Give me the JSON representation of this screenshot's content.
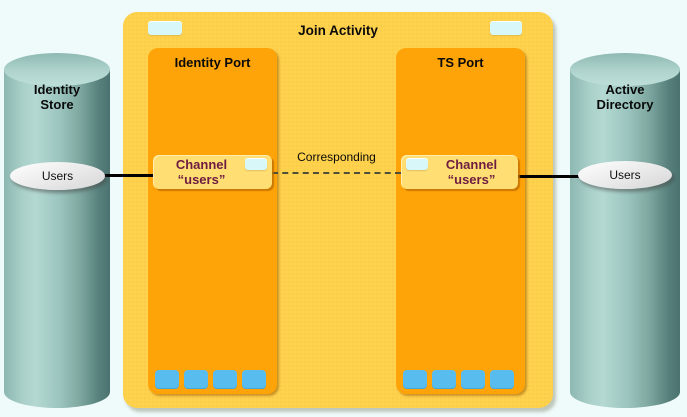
{
  "diagram": {
    "title": "Join Activity",
    "connector_label": "Corresponding",
    "chip_count": 4,
    "stores": {
      "left": {
        "name_line1": "Identity",
        "name_line2": "Store",
        "node_label": "Users"
      },
      "right": {
        "name_line1": "Active",
        "name_line2": "Directory",
        "node_label": "Users"
      }
    },
    "ports": {
      "left": {
        "title": "Identity Port",
        "channel": {
          "line1": "Channel",
          "line2": "“users”"
        }
      },
      "right": {
        "title": "TS Port",
        "channel": {
          "line1": "Channel",
          "line2": "“users”"
        }
      }
    },
    "colors": {
      "page_background": "#EFFBFB",
      "activity_fill": "#FFD24E",
      "port_fill": "#FFA408",
      "channel_fill": "#FFDF73",
      "channel_text": "#6E1C41",
      "slot_chip_blue": "#58BCEE",
      "badge_cyan": "#D7F7F8",
      "cylinder_light": "#B4D8D2",
      "cylinder_dark": "#4B726E",
      "connector_black": "#000000"
    }
  }
}
